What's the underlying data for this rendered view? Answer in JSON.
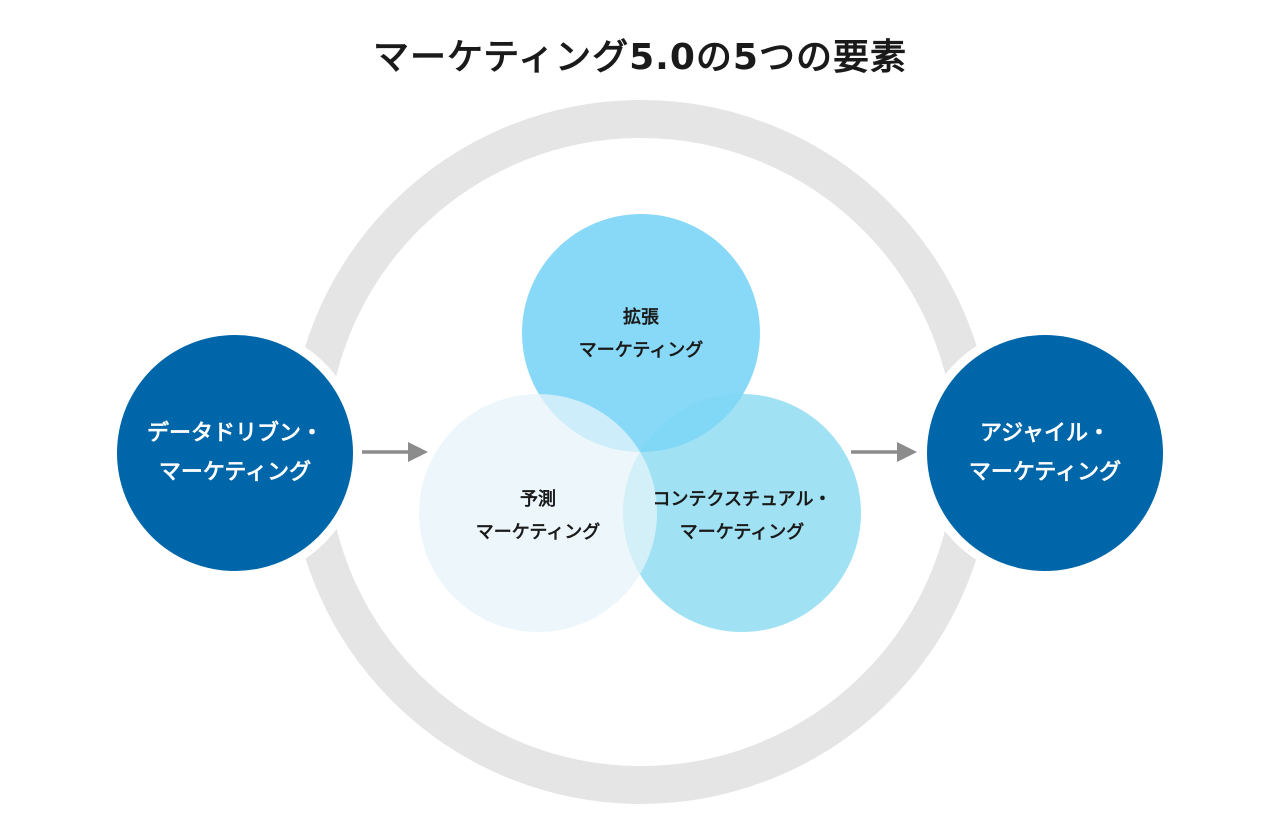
{
  "title": "マーケティング5.0の5つの要素",
  "colors": {
    "ring": "#e5e5e5",
    "outer_circle": "#0066aa",
    "augmented": "#7ed6f6",
    "contextual": "#a0e2f3",
    "predictive": "#e6f4f9",
    "arrow": "#8c8c8c",
    "inner_text": "#1a1a1a",
    "outer_text": "#ffffff"
  },
  "elements": {
    "data_driven": {
      "line1": "データドリブン・",
      "line2": "マーケティング"
    },
    "agile": {
      "line1": "アジャイル・",
      "line2": "マーケティング"
    },
    "augmented": {
      "line1": "拡張",
      "line2": "マーケティング"
    },
    "predictive": {
      "line1": "予測",
      "line2": "マーケティング"
    },
    "contextual": {
      "line1": "コンテクスチュアル・",
      "line2": "マーケティング"
    }
  },
  "flow": [
    "データドリブン・マーケティング",
    "予測・拡張・コンテクスチュアル・マーケティング",
    "アジャイル・マーケティング"
  ]
}
